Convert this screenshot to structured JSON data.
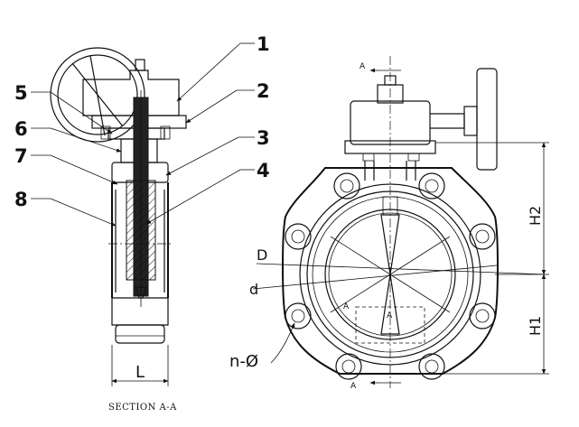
{
  "part_labels": {
    "p1": "1",
    "p2": "2",
    "p3": "3",
    "p4": "4",
    "p5": "5",
    "p6": "6",
    "p7": "7",
    "p8": "8"
  },
  "dimension_labels": {
    "width": "L",
    "outer_diameter": "D",
    "inner_diameter": "d",
    "bolt_holes": "n-Ø",
    "height_upper": "H2",
    "height_lower": "H1"
  },
  "section_marks": {
    "top": "A",
    "bottom": "A",
    "inner_left": "A",
    "inner_right": "A"
  },
  "caption": "SECTION A-A",
  "colors": {
    "line": "#111111",
    "background": "#ffffff"
  }
}
